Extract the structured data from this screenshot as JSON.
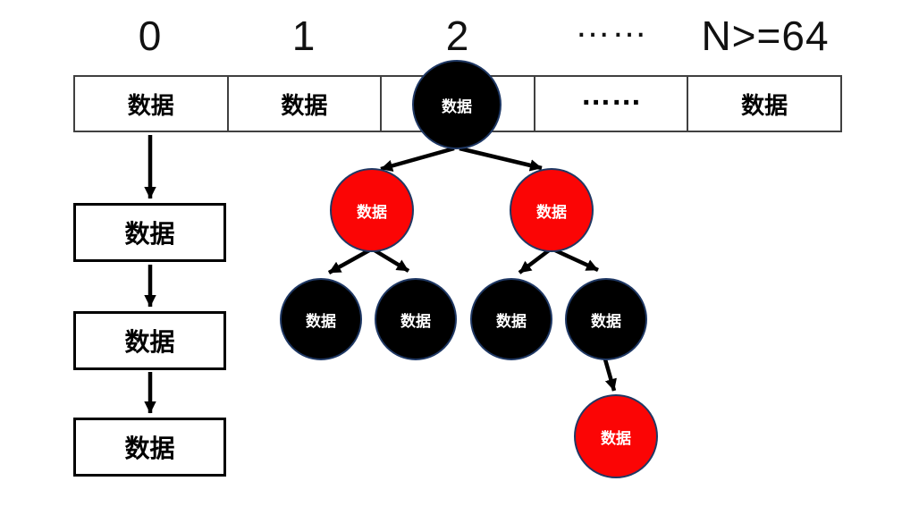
{
  "header": {
    "labels": [
      "0",
      "1",
      "2",
      "……",
      "N>=64"
    ]
  },
  "array": {
    "cells": [
      {
        "text": "数据"
      },
      {
        "text": "数据"
      },
      {
        "text": ""
      },
      {
        "text": "……"
      },
      {
        "text": "数据"
      }
    ]
  },
  "linked_list": {
    "boxes": [
      {
        "text": "数据"
      },
      {
        "text": "数据"
      },
      {
        "text": "数据"
      }
    ]
  },
  "tree": {
    "root": {
      "text": "数据",
      "color": "black"
    },
    "level2": [
      {
        "text": "数据",
        "color": "red"
      },
      {
        "text": "数据",
        "color": "red"
      }
    ],
    "level3": [
      {
        "text": "数据",
        "color": "black"
      },
      {
        "text": "数据",
        "color": "black"
      },
      {
        "text": "数据",
        "color": "black"
      },
      {
        "text": "数据",
        "color": "black"
      }
    ],
    "level4": [
      {
        "text": "数据",
        "color": "red"
      }
    ]
  },
  "colors": {
    "black_node": "#000000",
    "red_node": "#fb0505",
    "node_outline": "#1f3864",
    "arrow": "#000000",
    "array_border": "#404040",
    "list_box_border": "#000000"
  }
}
